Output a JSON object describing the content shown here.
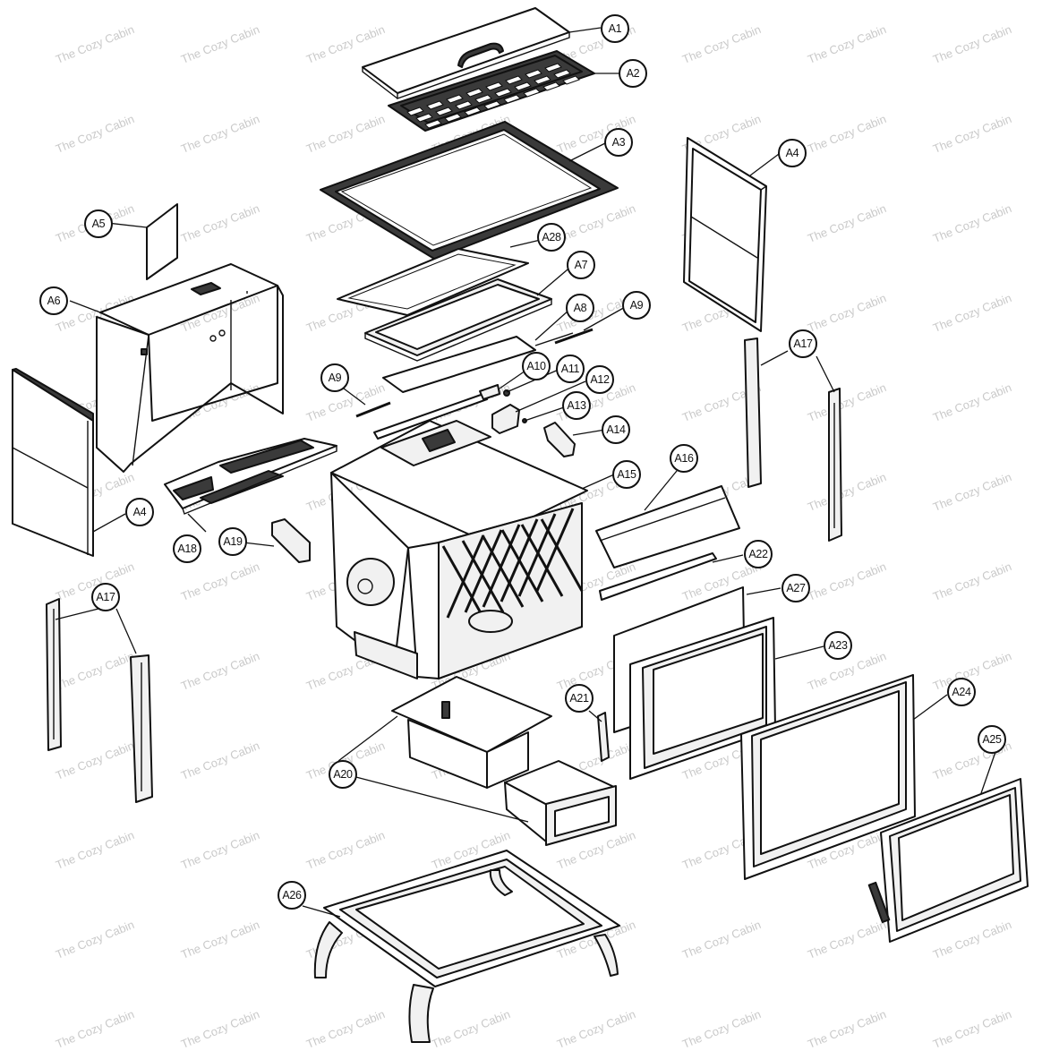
{
  "watermark_text": "The Cozy Cabin",
  "callouts": [
    {
      "id": "A1",
      "label": "A1"
    },
    {
      "id": "A2",
      "label": "A2"
    },
    {
      "id": "A3",
      "label": "A3"
    },
    {
      "id": "A4-right",
      "label": "A4"
    },
    {
      "id": "A4-left",
      "label": "A4"
    },
    {
      "id": "A5",
      "label": "A5"
    },
    {
      "id": "A6",
      "label": "A6"
    },
    {
      "id": "A7",
      "label": "A7"
    },
    {
      "id": "A8",
      "label": "A8"
    },
    {
      "id": "A9-right",
      "label": "A9"
    },
    {
      "id": "A9-left",
      "label": "A9"
    },
    {
      "id": "A10",
      "label": "A10"
    },
    {
      "id": "A11",
      "label": "A11"
    },
    {
      "id": "A12",
      "label": "A12"
    },
    {
      "id": "A13",
      "label": "A13"
    },
    {
      "id": "A14",
      "label": "A14"
    },
    {
      "id": "A15",
      "label": "A15"
    },
    {
      "id": "A16",
      "label": "A16"
    },
    {
      "id": "A17-right",
      "label": "A17"
    },
    {
      "id": "A17-left",
      "label": "A17"
    },
    {
      "id": "A18",
      "label": "A18"
    },
    {
      "id": "A19",
      "label": "A19"
    },
    {
      "id": "A20",
      "label": "A20"
    },
    {
      "id": "A21",
      "label": "A21"
    },
    {
      "id": "A22",
      "label": "A22"
    },
    {
      "id": "A23",
      "label": "A23"
    },
    {
      "id": "A24",
      "label": "A24"
    },
    {
      "id": "A25",
      "label": "A25"
    },
    {
      "id": "A26",
      "label": "A26"
    },
    {
      "id": "A27",
      "label": "A27"
    },
    {
      "id": "A28",
      "label": "A28"
    }
  ]
}
